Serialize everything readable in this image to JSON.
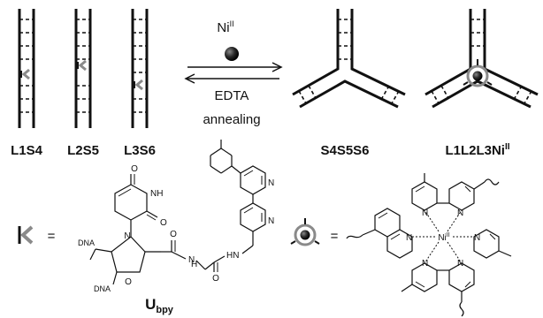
{
  "duplexes": [
    {
      "label": "L1S4"
    },
    {
      "label": "L2S5"
    },
    {
      "label": "L3S6"
    }
  ],
  "reaction": {
    "metal": "Ni",
    "metal_superscript": "II",
    "reverse_reagent": "EDTA",
    "condition": "annealing"
  },
  "junctions": [
    {
      "label": "S4S5S6",
      "label_superscript": ""
    },
    {
      "label": "L1L2L3Ni",
      "label_superscript": "II"
    }
  ],
  "legend": {
    "equals": "=",
    "nucleoside_name": "U",
    "nucleoside_subscript": "bpy",
    "dna_label": "DNA",
    "atoms": {
      "O": "O",
      "N": "N",
      "NH": "NH",
      "HN": "HN",
      "H": "H"
    },
    "complex_metal": "Ni",
    "complex_metal_superscript": "II"
  },
  "colors": {
    "ink": "#111111",
    "marker_grey": "#8a8a8a",
    "metal_sphere": "#1a1a1a"
  }
}
